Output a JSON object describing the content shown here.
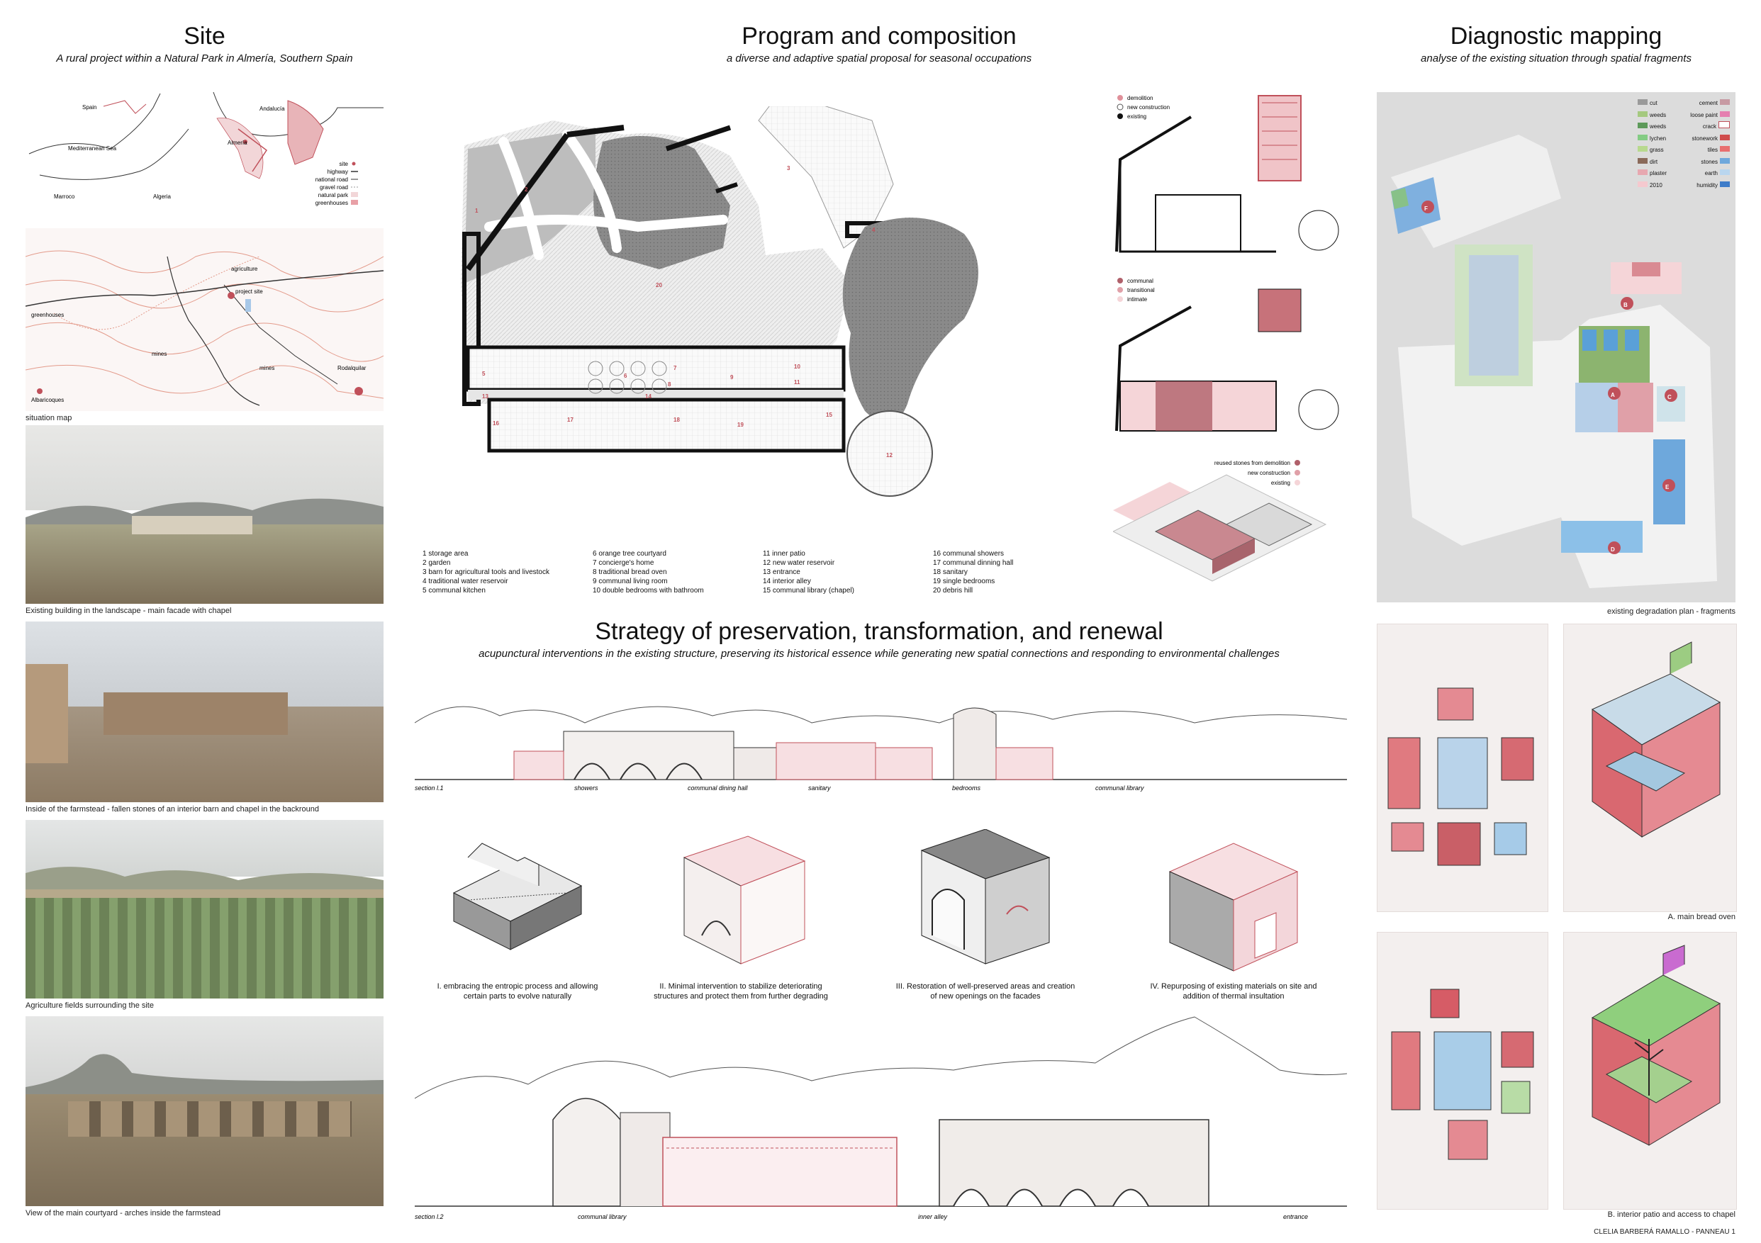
{
  "site": {
    "title": "Site",
    "subtitle": "A rural project within a Natural Park in Almería, Southern Spain",
    "map1": {
      "labels": [
        "Spain",
        "Mediterranean Sea",
        "Marroco",
        "Algeria",
        "Andalucía",
        "Almería"
      ],
      "legend": [
        "site",
        "highway",
        "national road",
        "gravel road",
        "natural park",
        "greenhouses"
      ]
    },
    "map2": {
      "labels": [
        "agriculture",
        "project site",
        "greenhouses",
        "mines",
        "mines",
        "Rodalquilar",
        "Albaricoques"
      ],
      "caption": "situation map"
    },
    "photos": [
      {
        "caption": "Existing building in the landscape - main facade with chapel"
      },
      {
        "caption": "Inside of the farmstead - fallen stones of an interior barn and chapel in the backround"
      },
      {
        "caption": "Agriculture fields surrounding the site"
      },
      {
        "caption": "View of the main courtyard - arches inside the farmstead"
      }
    ]
  },
  "program": {
    "title": "Program and composition",
    "subtitle": "a diverse and adaptive spatial proposal for seasonal occupations",
    "plan_numbers": [
      "1",
      "2",
      "3",
      "4",
      "5",
      "6",
      "7",
      "8",
      "9",
      "10",
      "11",
      "12",
      "13",
      "14",
      "15",
      "16",
      "17",
      "18",
      "19",
      "20"
    ],
    "legend_cols": [
      [
        "1   storage area",
        "2   garden",
        "3   barn for agricultural tools and livestock",
        "4   traditional water reservoir",
        "5   communal kitchen"
      ],
      [
        "6   orange tree courtyard",
        "7   concierge's home",
        "8   traditional bread oven",
        "9   communal living room",
        "10  double bedrooms with bathroom"
      ],
      [
        "11  inner patio",
        "12  new water reservoir",
        "13  entrance",
        "14  interior alley",
        "15  communal library (chapel)"
      ],
      [
        "16  communal showers",
        "17  communal dinning hall",
        "18  sanitary",
        "19  single bedrooms",
        "20  debris hill"
      ]
    ],
    "diagram1_legend": [
      "demolition",
      "new construction",
      "existing"
    ],
    "diagram2_legend": [
      "communal",
      "transitional",
      "intimate"
    ],
    "diagram3_legend": [
      "reused stones from demolition",
      "new construction",
      "existing"
    ]
  },
  "diagnostic": {
    "title": "Diagnostic mapping",
    "subtitle": "analyse of the existing situation through spatial fragments",
    "legend_left": [
      "cut",
      "weeds",
      "weeds",
      "lychen",
      "grass",
      "dirt",
      "plaster",
      "2010"
    ],
    "legend_right": [
      "cement",
      "loose paint",
      "crack",
      "stonework",
      "tiles",
      "stones",
      "earth",
      "humidity"
    ],
    "plan_letters": [
      "F",
      "B",
      "A",
      "C",
      "E",
      "D"
    ],
    "plan_caption": "existing degradation plan - fragments",
    "drawing_caption_a": "A. main bread oven",
    "drawing_caption_b": "B. interior patio and access to chapel"
  },
  "strategy": {
    "title": "Strategy of preservation, transformation, and renewal",
    "subtitle": "acupunctural interventions in the existing structure, preserving its historical essence while generating new spatial connections and responding to environmental challenges",
    "section1": {
      "name": "section l.1",
      "labels": [
        "showers",
        "communal dining hall",
        "sanitary",
        "bedrooms",
        "communal library"
      ]
    },
    "section2": {
      "name": "section l.2",
      "labels": [
        "communal library",
        "inner alley",
        "entrance"
      ]
    },
    "axons": [
      "I. embracing  the entropic process and allowing certain parts to evolve naturally",
      "II. Minimal intervention to stabilize deteriorating structures and protect them from further degrading",
      "III. Restoration of well-preserved areas and creation of new openings on the facades",
      "IV. Repurposing of existing materials on site and addition of thermal insultation"
    ]
  },
  "footer": "CLELIA BARBERÁ RAMALLO - PANNEAU 1",
  "colors": {
    "accent_red": "#c0505a",
    "pink": "#e8b4b8",
    "grey": "#cfcfcf"
  }
}
